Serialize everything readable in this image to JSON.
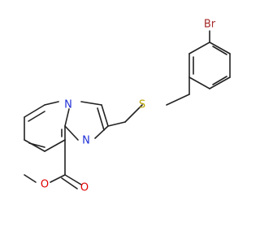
{
  "molecule": {
    "atoms": {
      "br": {
        "label": "Br",
        "color": "#a52a2a"
      },
      "s": {
        "label": "S",
        "color": "#b8a400"
      },
      "n1": {
        "label": "N",
        "color": "#1f2fd6"
      },
      "n2": {
        "label": "N",
        "color": "#1f2fd6"
      },
      "o1": {
        "label": "O",
        "color": "#e00000"
      },
      "o2": {
        "label": "O",
        "color": "#e00000"
      }
    }
  }
}
